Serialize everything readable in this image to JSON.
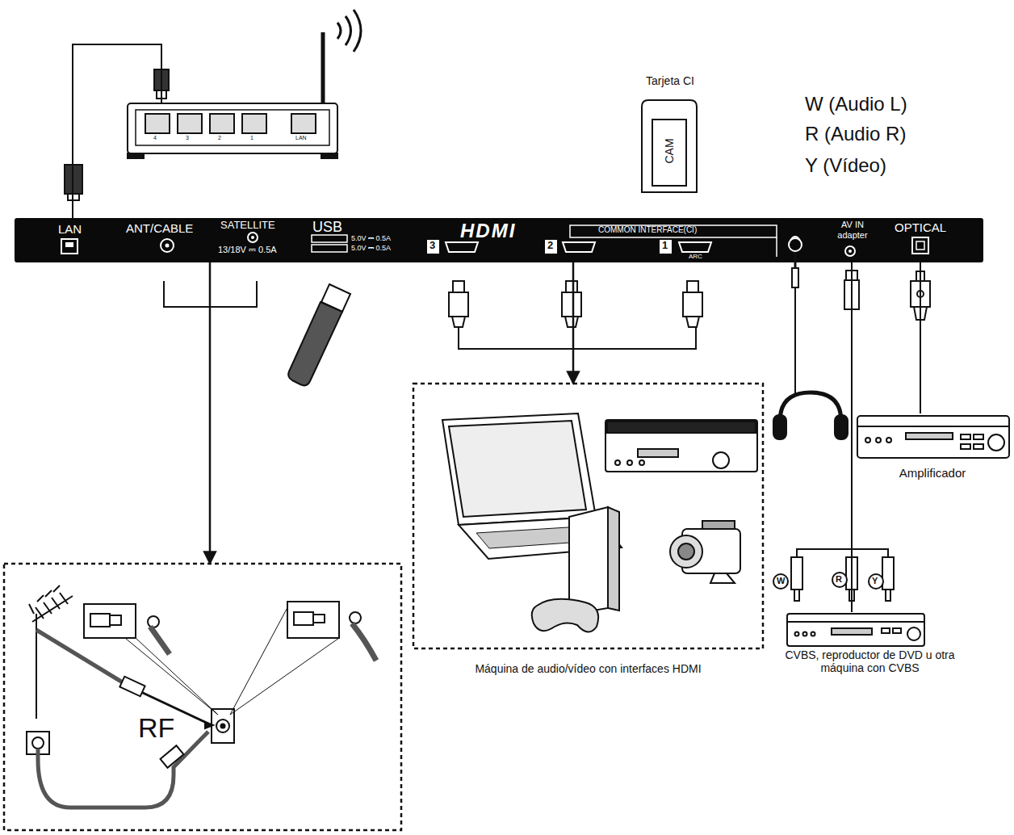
{
  "diagram": {
    "nodes": [
      {
        "text": [
          "4",
          "3",
          "2",
          "1",
          "LAN"
        ]
      },
      {
        "text": [
          "Tarjeta CI",
          "CAM"
        ]
      },
      {
        "text": [
          "LAN",
          "ANT/CABLE",
          "SATELLITE",
          "13/18V ⎓ 0.5A",
          "USB",
          "5.0V ⎓ 0.5A",
          "5.0V ⎓ 0.5A",
          "HDMI",
          "3",
          "2",
          "1",
          "ARC",
          "COMMON INTERFACE(CI)",
          "AV IN adapter",
          "OPTICAL"
        ]
      },
      {
        "text": [
          "RF"
        ]
      },
      {
        "text": [
          "Máquina de audio/vídeo con interfaces HDMI"
        ]
      },
      {
        "text": [
          "Amplificador"
        ]
      },
      {
        "text": [
          "CVBS, reproductor de DVD u otra máquina con CVBS"
        ]
      }
    ],
    "edges": [
      {
        "from": 0,
        "to": 2,
        "arrow": "none"
      },
      {
        "from": 2,
        "to": 3,
        "arrow": "to"
      },
      {
        "from": 2,
        "to": 4,
        "arrow": "to"
      },
      {
        "from": 2,
        "to": 5,
        "arrow": "none"
      },
      {
        "from": 2,
        "to": 6,
        "arrow": "none"
      }
    ],
    "labels": [
      "W (Audio L)",
      "R (Audio R)",
      "Y (Vídeo)",
      "W",
      "R",
      "Y"
    ]
  }
}
